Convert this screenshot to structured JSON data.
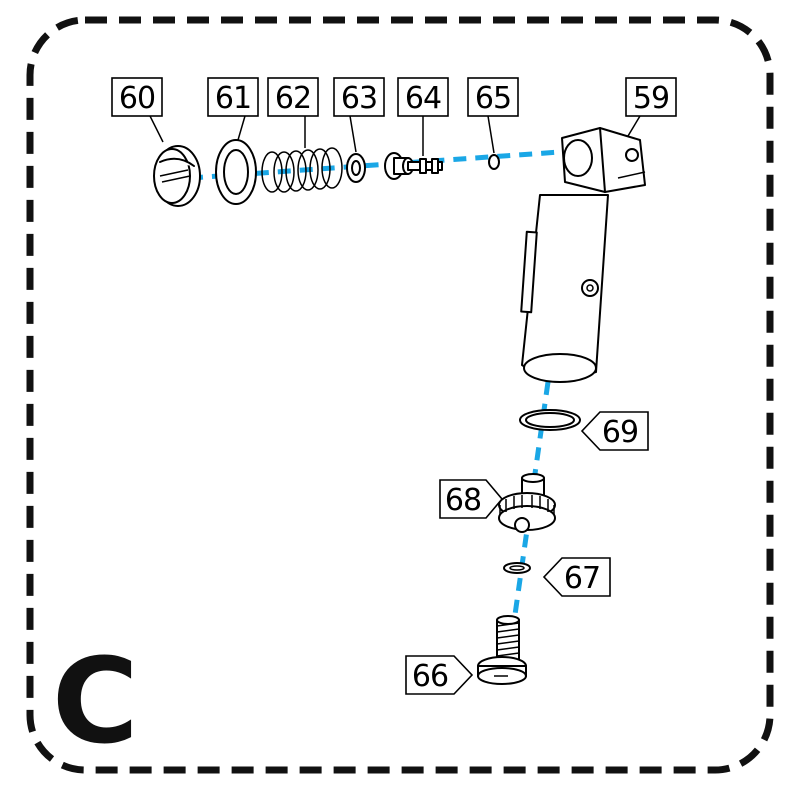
{
  "section_label": "C",
  "colors": {
    "axis_line": "#1aa7e6",
    "frame": "#111111",
    "outline": "#000000"
  },
  "callouts": [
    {
      "id": "60",
      "label": "60"
    },
    {
      "id": "61",
      "label": "61"
    },
    {
      "id": "62",
      "label": "62"
    },
    {
      "id": "63",
      "label": "63"
    },
    {
      "id": "64",
      "label": "64"
    },
    {
      "id": "65",
      "label": "65"
    },
    {
      "id": "59",
      "label": "59"
    },
    {
      "id": "69",
      "label": "69"
    },
    {
      "id": "68",
      "label": "68"
    },
    {
      "id": "67",
      "label": "67"
    },
    {
      "id": "66",
      "label": "66"
    }
  ]
}
